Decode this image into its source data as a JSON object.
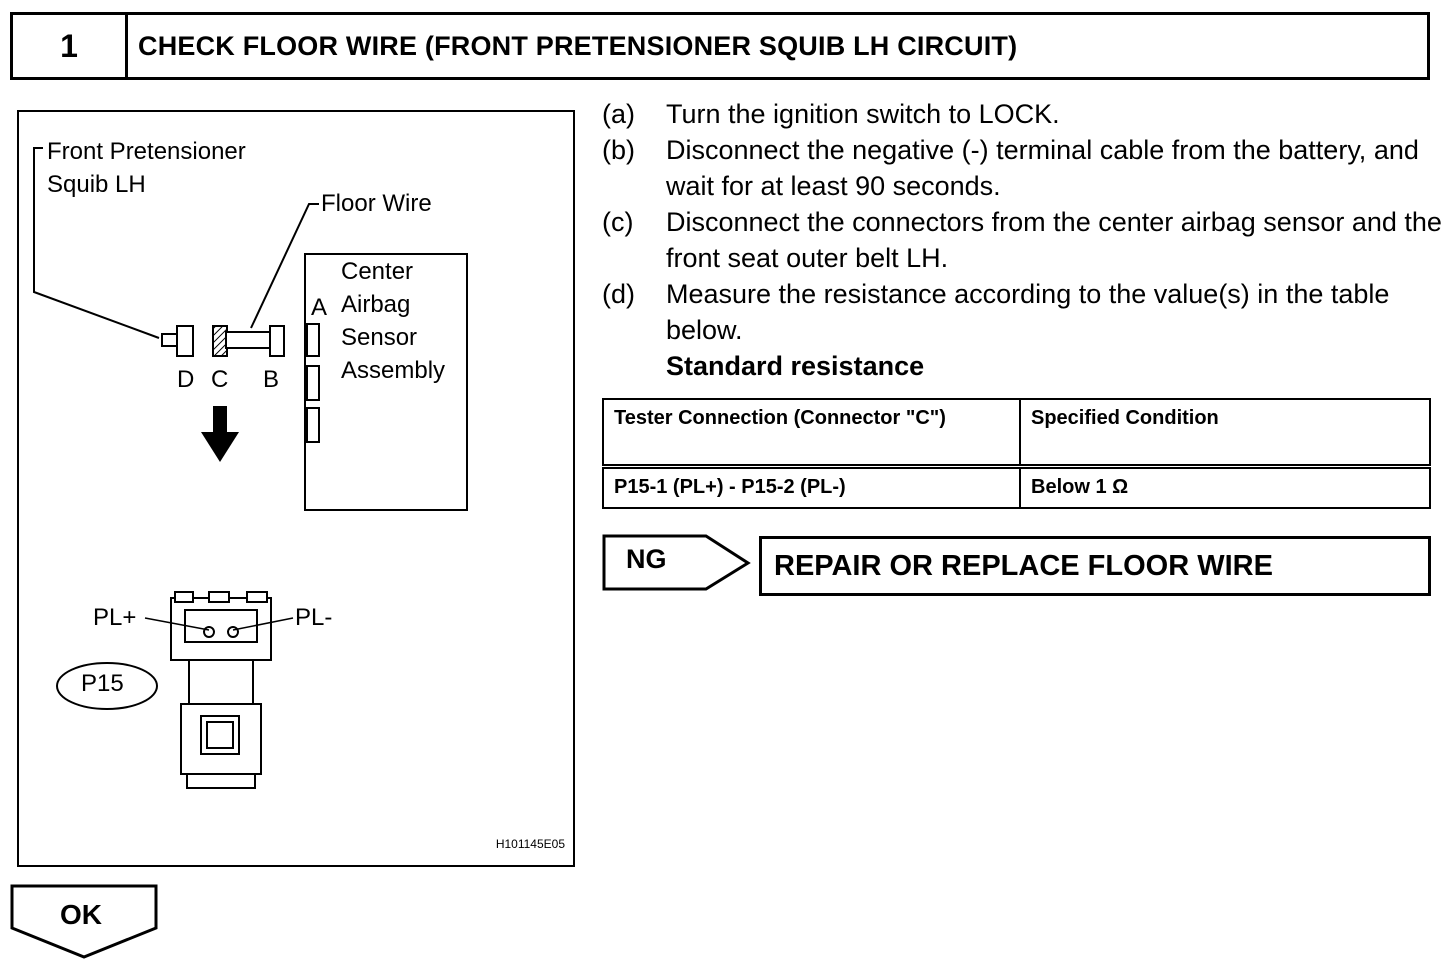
{
  "header": {
    "step_number": "1",
    "title": "CHECK FLOOR WIRE (FRONT PRETENSIONER SQUIB LH CIRCUIT)"
  },
  "figure": {
    "squib_label_line1": "Front Pretensioner",
    "squib_label_line2": "Squib LH",
    "floor_wire_label": "Floor Wire",
    "sensor_label_lines": [
      "Center",
      "Airbag",
      "Sensor",
      "Assembly"
    ],
    "connector_letters": {
      "a": "A",
      "b": "B",
      "c": "C",
      "d": "D"
    },
    "pin_plus": "PL+",
    "pin_minus": "PL-",
    "connector_code": "P15",
    "figure_code": "H101145E05"
  },
  "instructions": [
    {
      "letter": "(a)",
      "text": "Turn the ignition switch to LOCK."
    },
    {
      "letter": "(b)",
      "text": "Disconnect the negative (-) terminal cable from the battery, and wait for at least 90 seconds."
    },
    {
      "letter": "(c)",
      "text": "Disconnect the connectors from the center airbag sensor and the front seat outer belt LH."
    },
    {
      "letter": "(d)",
      "text": "Measure the resistance according to the value(s) in the table below."
    }
  ],
  "standard_heading": "Standard resistance",
  "table": {
    "headers": [
      "Tester Connection (Connector \"C\")",
      "Specified Condition"
    ],
    "rows": [
      [
        "P15-1 (PL+) - P15-2 (PL-)",
        "Below 1 Ω"
      ]
    ]
  },
  "ng": {
    "label": "NG",
    "action": "REPAIR OR REPLACE FLOOR WIRE"
  },
  "ok": {
    "label": "OK"
  }
}
